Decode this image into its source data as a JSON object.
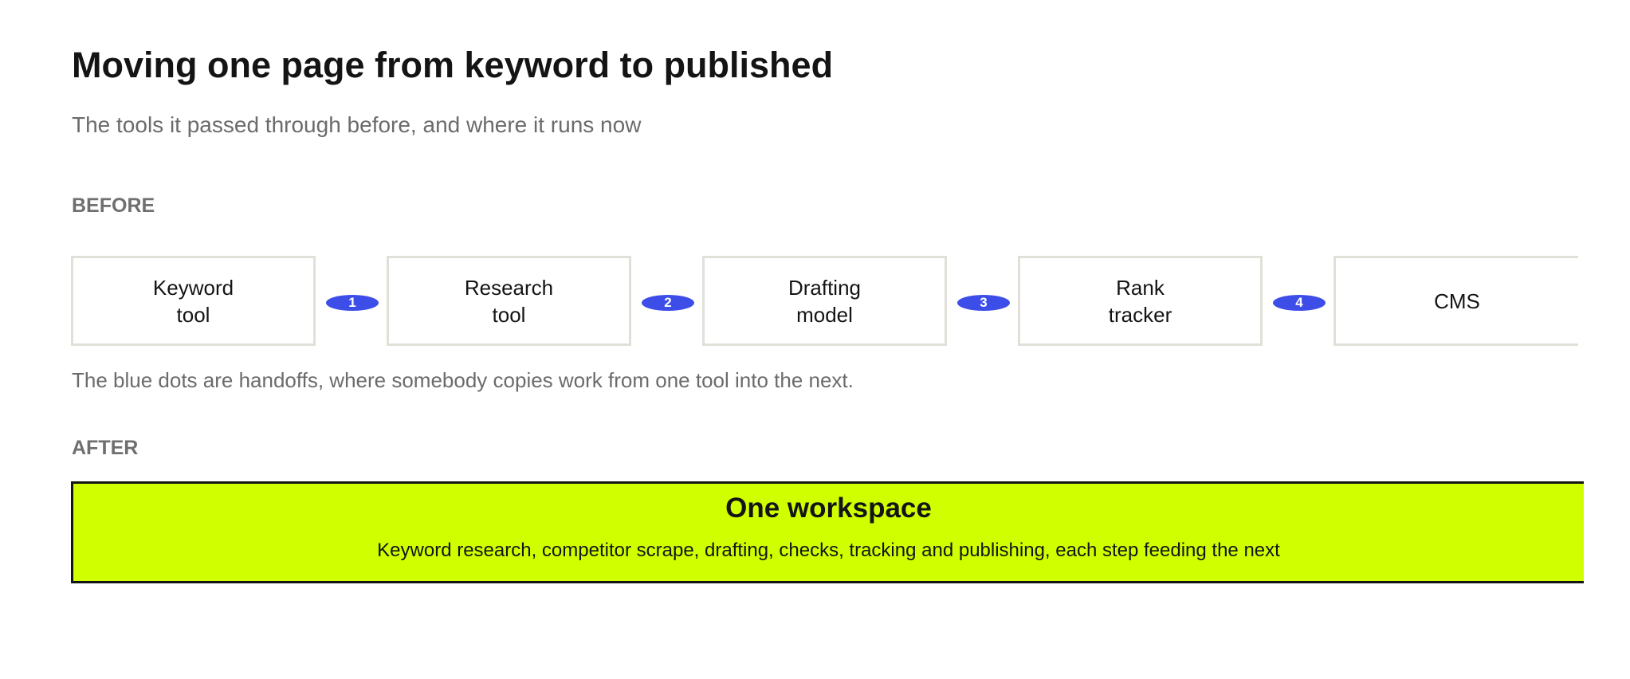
{
  "header": {
    "title": "Moving one page from keyword to published",
    "subtitle": "The tools it passed through before, and where it runs now"
  },
  "before": {
    "label": "BEFORE",
    "tools": [
      {
        "label": "Keyword\ntool"
      },
      {
        "label": "Research\ntool"
      },
      {
        "label": "Drafting\nmodel"
      },
      {
        "label": "Rank\ntracker"
      },
      {
        "label": "CMS"
      }
    ],
    "handoffs": [
      "1",
      "2",
      "3",
      "4"
    ],
    "note": "The blue dots are handoffs, where somebody copies work from one tool into the next."
  },
  "after": {
    "label": "AFTER",
    "workspace_title": "One workspace",
    "workspace_description": "Keyword research, competitor scrape, drafting, checks, tracking and publishing, each step feeding the next"
  },
  "colors": {
    "handoff_dot": "#3d4ee8",
    "workspace_fill": "#d0ff00",
    "tool_border": "#e0e0d8"
  }
}
